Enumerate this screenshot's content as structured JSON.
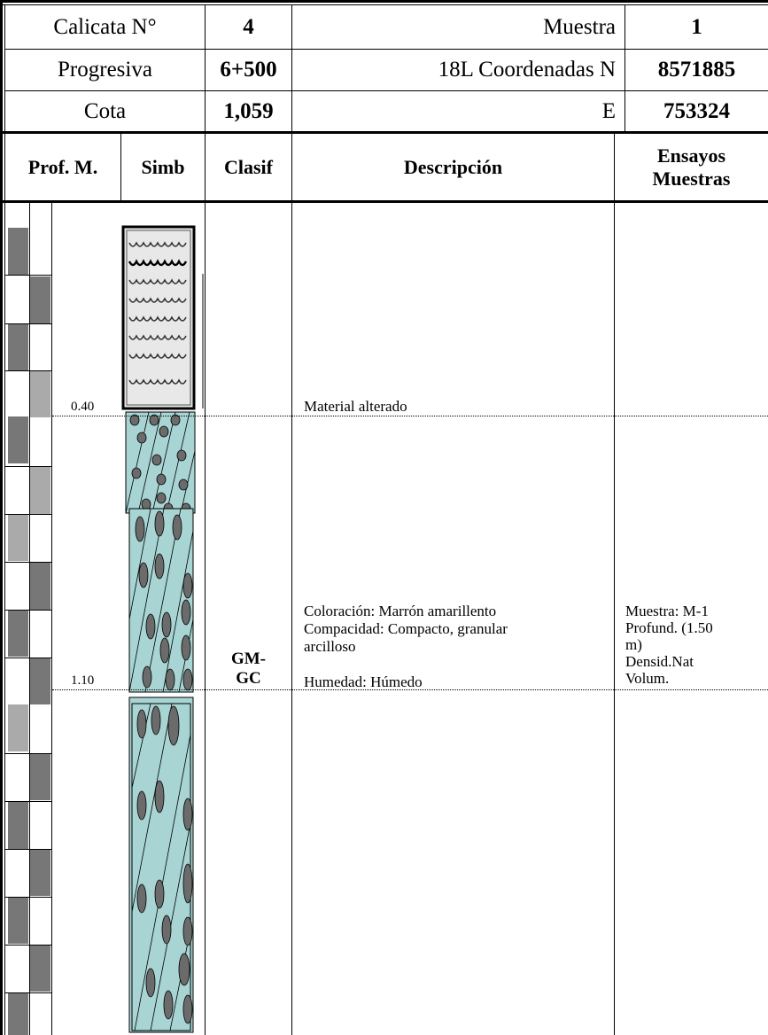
{
  "header": {
    "calicata_label": "Calicata N°",
    "calicata_value": "4",
    "muestra_label": "Muestra",
    "muestra_value": "1",
    "progresiva_label": "Progresiva",
    "progresiva_value": "6+500",
    "coord_n_label": "18L Coordenadas N",
    "coord_n_value": "8571885",
    "cota_label": "Cota",
    "cota_value": "1,059",
    "coord_e_label": "E",
    "coord_e_value": "753324"
  },
  "columns": {
    "prof": "Prof. M.",
    "simb": "Simb",
    "clasif": "Clasif",
    "descripcion": "Descripción",
    "ensayos_line1": "Ensayos",
    "ensayos_line2": "Muestras"
  },
  "layers": [
    {
      "depth": "0.40",
      "classification": "",
      "description": [
        "Material alterado"
      ],
      "samples": []
    },
    {
      "depth": "1.10",
      "classification_line1": "GM-",
      "classification_line2": "GC",
      "description": [
        "Coloración: Marrón amarillento",
        "Compacidad: Compacto, granular",
        "arcilloso",
        "",
        "Humedad: Húmedo"
      ],
      "samples": [
        "Muestra: M-1",
        "Profund. (1.50",
        "m)",
        "Densid.Nat",
        "Volum."
      ]
    }
  ],
  "colors": {
    "gravel_fill": "#a8d4d4",
    "pebble": "#6b6b6b",
    "topsoil_fill": "#e8e8e8",
    "scale_dark": "#777777",
    "scale_light": "#aaaaaa"
  }
}
